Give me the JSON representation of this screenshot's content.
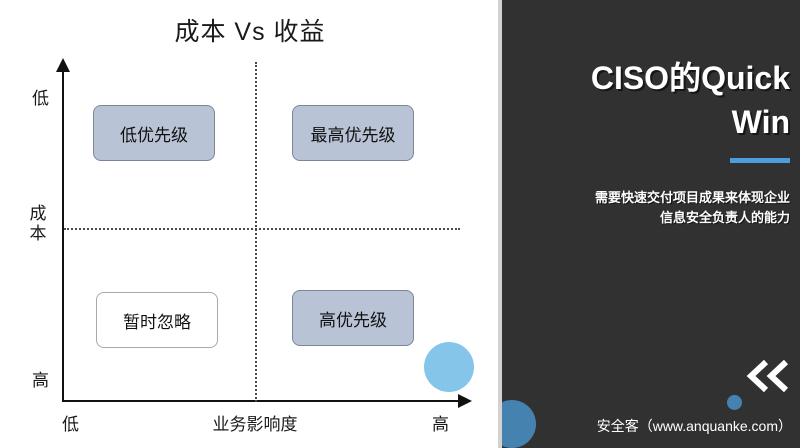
{
  "chart_data": {
    "type": "scatter",
    "title": "成本 Vs  收益",
    "xlabel": "业务影响度",
    "ylabel": "成本",
    "x_tick_labels": [
      "低",
      "高"
    ],
    "y_tick_labels": [
      "低",
      "高"
    ],
    "grid": true,
    "legend": "none",
    "quadrants": [
      {
        "id": "low-priority",
        "label": "低优先级",
        "x_zone": "低",
        "y_zone": "低",
        "style": "filled"
      },
      {
        "id": "top-priority",
        "label": "最高优先级",
        "x_zone": "高",
        "y_zone": "低",
        "style": "filled"
      },
      {
        "id": "ignore",
        "label": "暂时忽略",
        "x_zone": "低",
        "y_zone": "高",
        "style": "hollow"
      },
      {
        "id": "high-priority",
        "label": "高优先级",
        "x_zone": "高",
        "y_zone": "高",
        "style": "filled"
      }
    ],
    "markers": [
      {
        "id": "quick-win-bubble",
        "x_zone": "高",
        "y_zone": "高",
        "color": "#86c5ea"
      }
    ]
  },
  "chart": {
    "title": "成本 Vs  收益",
    "y_axis": {
      "title": "成本",
      "top_label": "低",
      "bottom_label": "高"
    },
    "x_axis": {
      "title": "业务影响度",
      "left_label": "低",
      "right_label": "高"
    },
    "boxes": {
      "low_priority": "低优先级",
      "top_priority": "最高优先级",
      "ignore": "暂时忽略",
      "high_priority": "高优先级"
    }
  },
  "panel": {
    "title_line1": "CISO的Quick",
    "title_line2": "Win",
    "subtitle_line1": "需要快速交付项目成果来体现企业",
    "subtitle_line2": "信息安全负责人的能力",
    "footer": "安全客（www.anquanke.com）"
  },
  "colors": {
    "panel_background": "#313131",
    "accent_blue": "#4a9edd",
    "bubble_blue": "#4682b0",
    "chart_bubble_blue": "#86c5ea",
    "box_fill": "#b9c3d6",
    "box_border": "#7b869a"
  }
}
